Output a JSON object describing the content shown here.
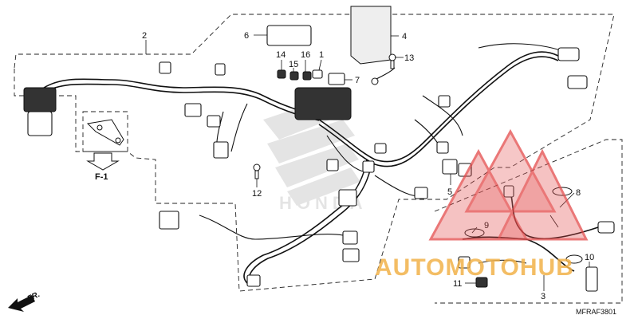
{
  "diagram": {
    "code": "MFRAF3801",
    "figure_ref": "F-1",
    "direction_label": "FR."
  },
  "parts": [
    {
      "id": "p1",
      "label": "1"
    },
    {
      "id": "p2",
      "label": "2"
    },
    {
      "id": "p3",
      "label": "3"
    },
    {
      "id": "p4",
      "label": "4"
    },
    {
      "id": "p5",
      "label": "5"
    },
    {
      "id": "p6",
      "label": "6"
    },
    {
      "id": "p7",
      "label": "7"
    },
    {
      "id": "p8",
      "label": "8"
    },
    {
      "id": "p9",
      "label": "9"
    },
    {
      "id": "p10",
      "label": "10"
    },
    {
      "id": "p11",
      "label": "11"
    },
    {
      "id": "p12",
      "label": "12"
    },
    {
      "id": "p13",
      "label": "13"
    },
    {
      "id": "p14",
      "label": "14"
    },
    {
      "id": "p15",
      "label": "15"
    },
    {
      "id": "p16",
      "label": "16"
    }
  ],
  "watermark": {
    "text": "AUTOMOTOHUB",
    "brand_color": "#e34a4a",
    "accent_color": "#f2b24a",
    "logo_icon": "triangle-mountain-logo"
  },
  "background_logo": {
    "text": "HONDA",
    "icon": "wing-logo"
  }
}
